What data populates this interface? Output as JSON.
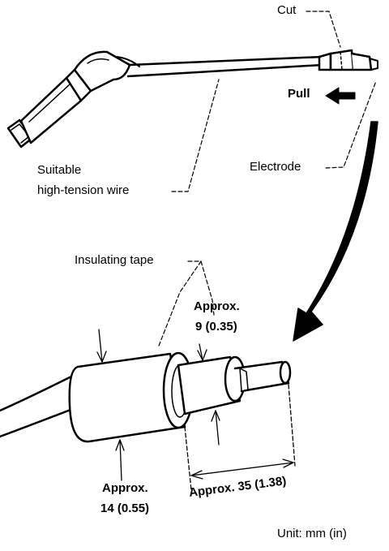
{
  "labels": {
    "cut": "Cut",
    "pull": "Pull",
    "electrode": "Electrode",
    "wire_line1": "Suitable",
    "wire_line2": "high-tension wire",
    "insulating_tape": "Insulating tape",
    "approx9_line1": "Approx.",
    "approx9_line2": "9 (0.35)",
    "approx14_line1": "Approx.",
    "approx14_line2": "14 (0.55)",
    "approx35": "Approx. 35 (1.38)",
    "unit": "Unit: mm (in)"
  },
  "colors": {
    "ink": "#000000",
    "paper": "#ffffff"
  }
}
